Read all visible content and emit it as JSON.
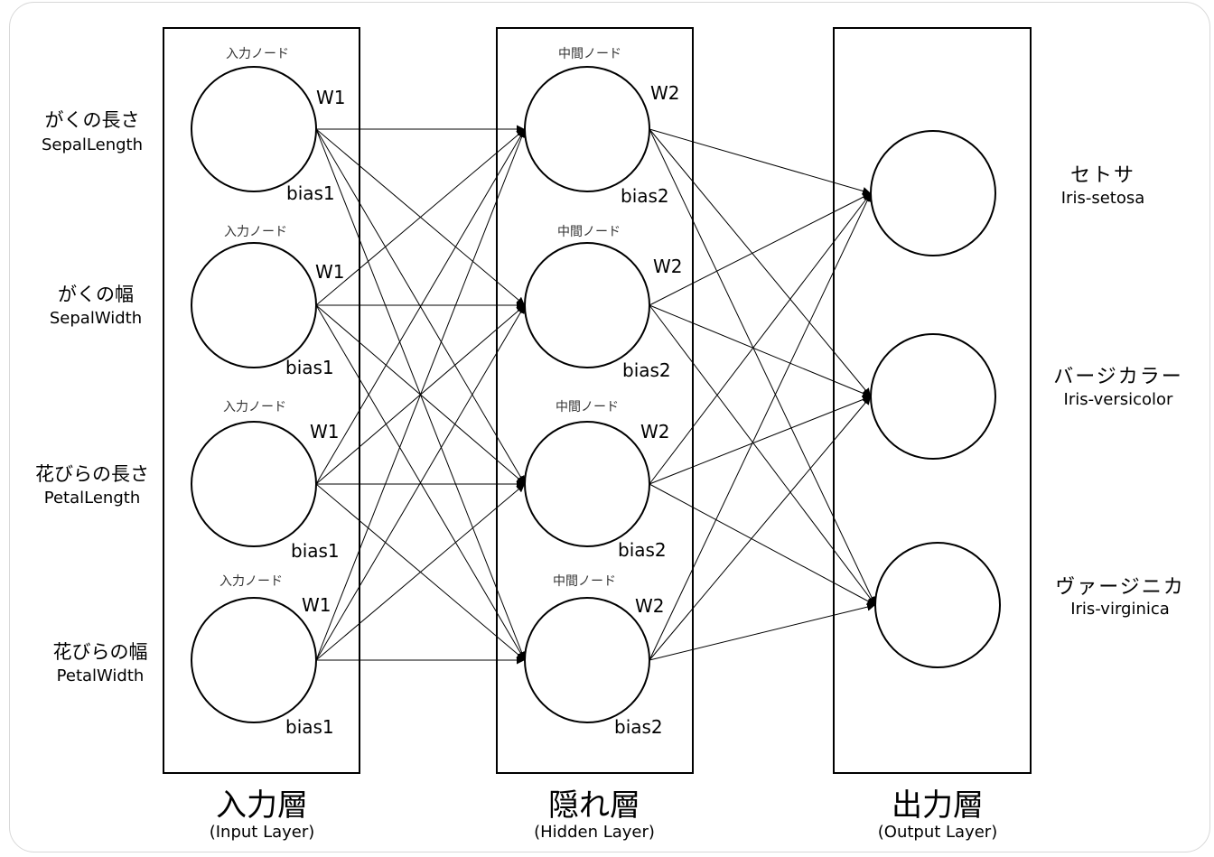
{
  "inputs": [
    {
      "jp": "がくの長さ",
      "en": "SepalLength",
      "node_caption": "入力ノード",
      "weight": "W1",
      "bias": "bias1"
    },
    {
      "jp": "がくの幅",
      "en": "SepalWidth",
      "node_caption": "入力ノード",
      "weight": "W1",
      "bias": "bias1"
    },
    {
      "jp": "花びらの長さ",
      "en": "PetalLength",
      "node_caption": "入力ノード",
      "weight": "W1",
      "bias": "bias1"
    },
    {
      "jp": "花びらの幅",
      "en": "PetalWidth",
      "node_caption": "入力ノード",
      "weight": "W1",
      "bias": "bias1"
    }
  ],
  "hidden": [
    {
      "node_caption": "中間ノード",
      "weight": "W2",
      "bias": "bias2"
    },
    {
      "node_caption": "中間ノード",
      "weight": "W2",
      "bias": "bias2"
    },
    {
      "node_caption": "中間ノード",
      "weight": "W2",
      "bias": "bias2"
    },
    {
      "node_caption": "中間ノード",
      "weight": "W2",
      "bias": "bias2"
    }
  ],
  "outputs": [
    {
      "jp": "セトサ",
      "en": "Iris-setosa"
    },
    {
      "jp": "バージカラー",
      "en": "Iris-versicolor"
    },
    {
      "jp": "ヴァージニカ",
      "en": "Iris-virginica"
    }
  ],
  "layers": [
    {
      "title": "入力層",
      "subtitle": "(Input Layer)"
    },
    {
      "title": "隠れ層",
      "subtitle": "(Hidden Layer)"
    },
    {
      "title": "出力層",
      "subtitle": "(Output Layer)"
    }
  ],
  "colors": {
    "stroke": "#000000",
    "frame": "#d8d8d8",
    "background": "#ffffff"
  }
}
